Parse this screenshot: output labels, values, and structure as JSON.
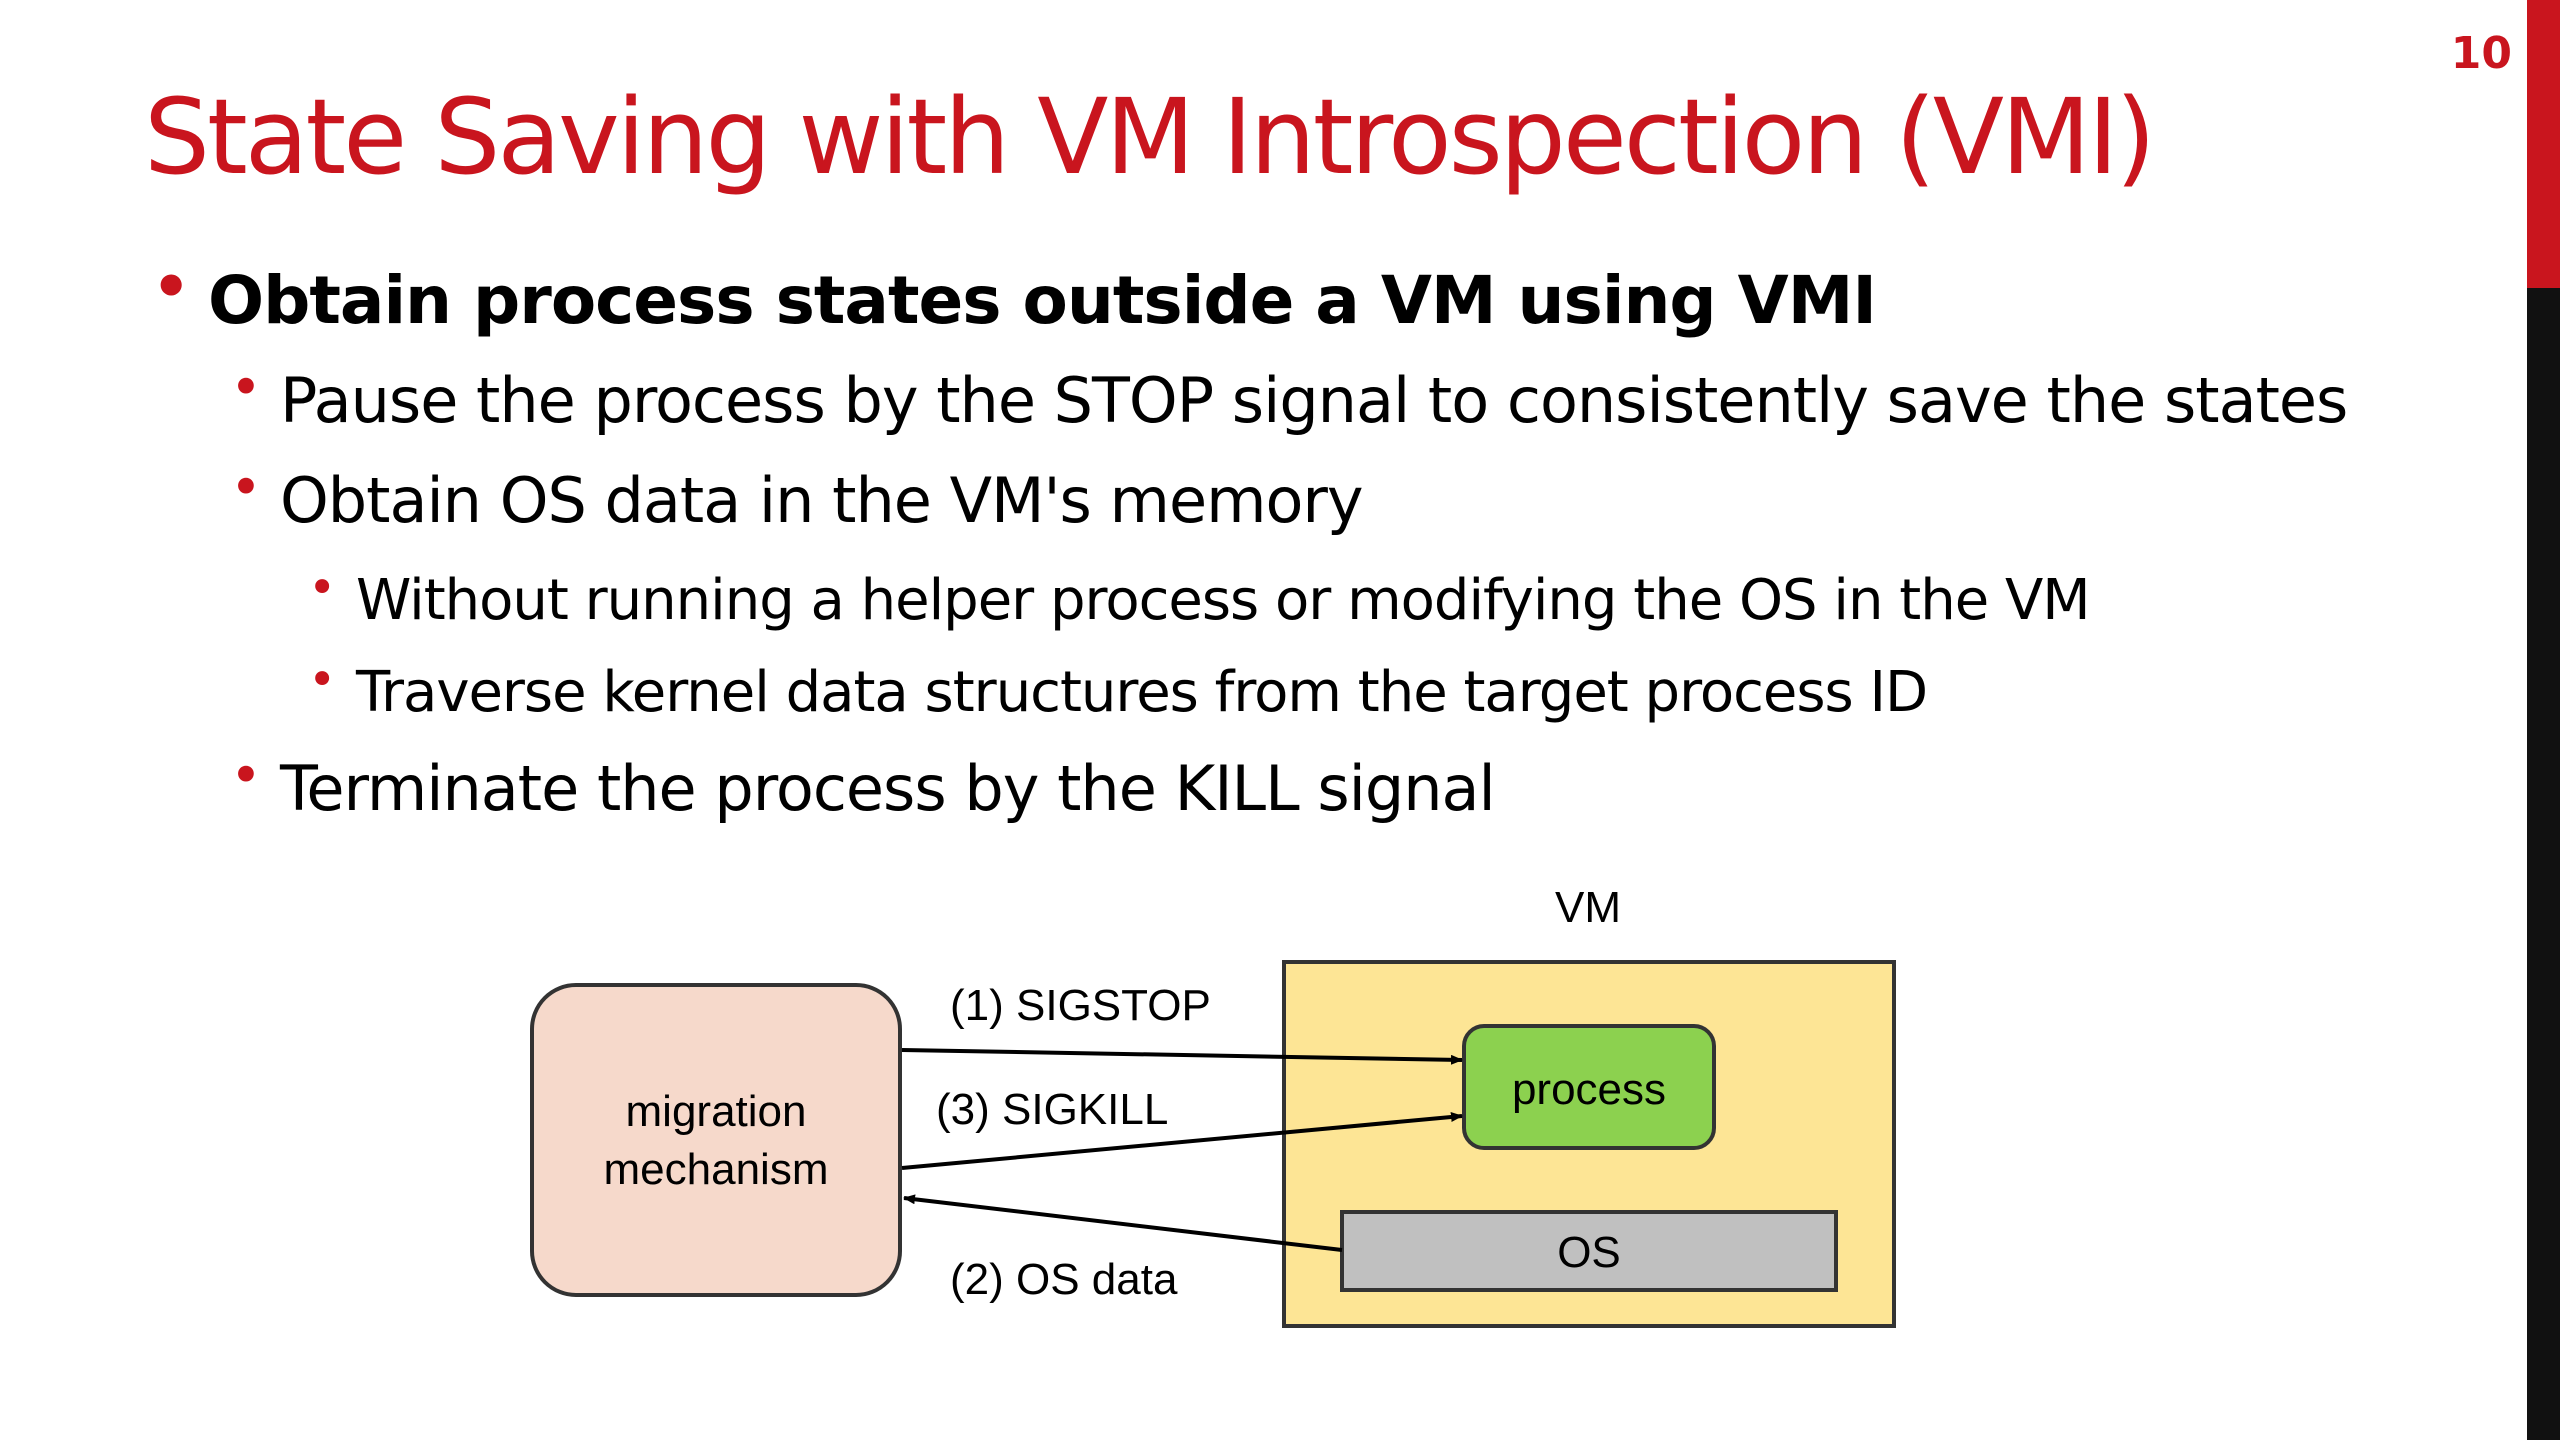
{
  "slide": {
    "page_number": "10",
    "title": "State Saving with VM Introspection (VMI)",
    "colors": {
      "accent": "#c9151e",
      "vm_box": "#fde595",
      "process_box": "#8cd14f",
      "os_box": "#c0c0c0",
      "migration_box": "#f6d9cb"
    }
  },
  "bullets": [
    {
      "level": 1,
      "text": "Obtain process states outside a VM using VMI"
    },
    {
      "level": 2,
      "text": "Pause the process by the STOP signal to consistently save the states"
    },
    {
      "level": 2,
      "text": "Obtain OS data in the VM's memory"
    },
    {
      "level": 3,
      "text": "Without running a helper process or modifying the OS in the VM"
    },
    {
      "level": 3,
      "text": "Traverse kernel data structures from the target process ID"
    },
    {
      "level": 2,
      "text": "Terminate the process by the KILL signal"
    }
  ],
  "diagram": {
    "vm_label": "VM",
    "migration_line1": "migration",
    "migration_line2": "mechanism",
    "process_label": "process",
    "os_label": "OS",
    "arrows": {
      "sigstop": "(1) SIGSTOP",
      "sigkill": "(3) SIGKILL",
      "os_data": "(2) OS data"
    }
  }
}
